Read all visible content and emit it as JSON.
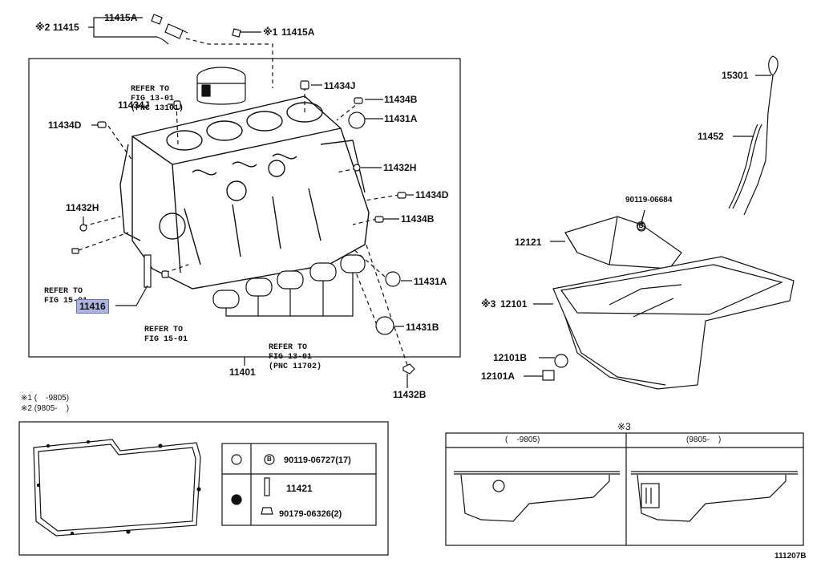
{
  "top": {
    "mark2": "※2",
    "p11415": "11415",
    "p11415A_top": "11415A",
    "mark1": "※1",
    "p11415A_right": "11415A"
  },
  "block": {
    "refer_piston": [
      "REFER TO",
      "FIG 13-01",
      "(PNC 13101)"
    ],
    "p11434J_left": "11434J",
    "p11434J_right": "11434J",
    "p11434B_top": "11434B",
    "p11431A_top": "11431A",
    "p11434D_left": "11434D",
    "p11432H_right": "11432H",
    "p11434D_right": "11434D",
    "p11432H_left": "11432H",
    "p11434B_right": "11434B",
    "refer_left": [
      "REFER TO",
      "FIG 15-01"
    ],
    "p11416": "11416",
    "refer_mid": [
      "REFER TO",
      "FIG 15-01"
    ],
    "p11431A_bottom": "11431A",
    "refer_bearing": [
      "REFER TO",
      "FIG 13-01",
      "(PNC 11702)"
    ],
    "p11431B": "11431B",
    "p11401": "11401",
    "p11432B": "11432B"
  },
  "oil": {
    "p15301": "15301",
    "p11452": "11452",
    "p90119_06684": "90119-06684",
    "p12121": "12121",
    "mark3": "※3",
    "p12101": "12101",
    "p12101B": "12101B",
    "p12101A": "12101A"
  },
  "notes": {
    "note1": "※1 (    -9805)",
    "note2": "※2 (9805-    )"
  },
  "legend": {
    "rows": [
      {
        "part": "90119-06727(17)"
      },
      {
        "part": "11421"
      },
      {
        "part": "90179-06326(2)"
      }
    ]
  },
  "variants": {
    "mark3": "※3",
    "left_header": "(    -9805)",
    "right_header": "(9805-    )"
  },
  "diagram_code": "111207B"
}
